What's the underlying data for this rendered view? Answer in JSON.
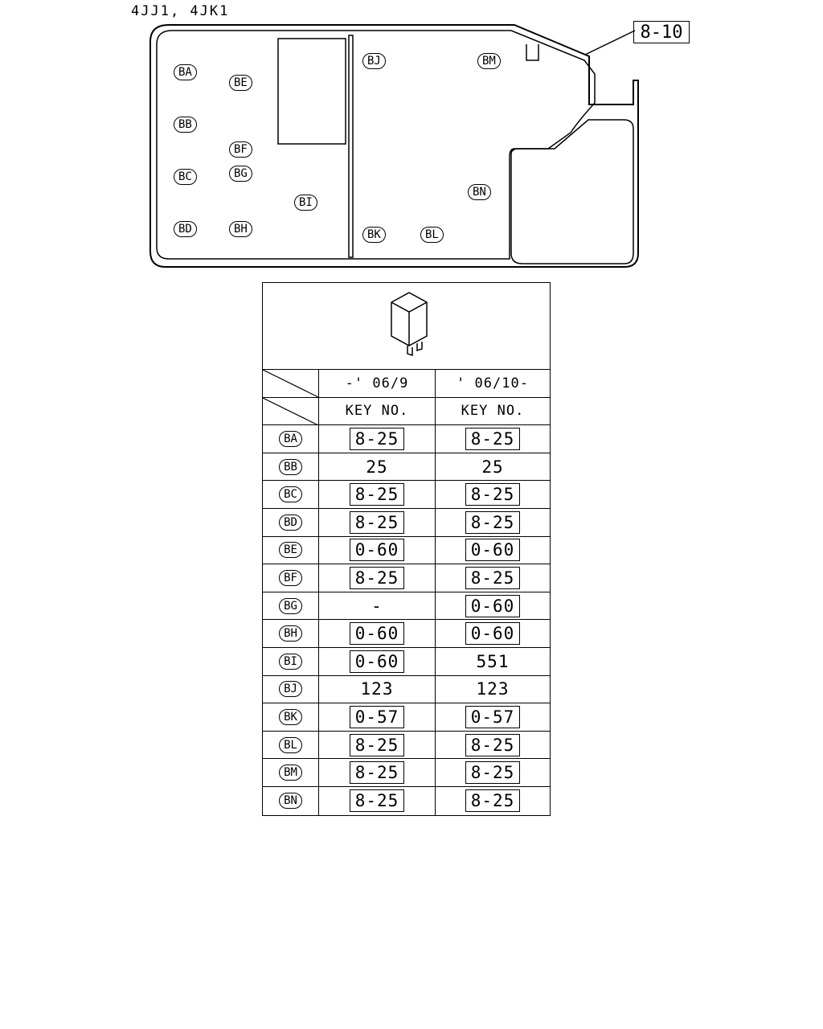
{
  "header": {
    "model": "4JJ1, 4JK1",
    "ref_key": "8-10"
  },
  "layout_labels": [
    "BA",
    "BB",
    "BC",
    "BD",
    "BE",
    "BF",
    "BG",
    "BH",
    "BI",
    "BJ",
    "BK",
    "BL",
    "BM",
    "BN"
  ],
  "table": {
    "col_headers": [
      "-' 06/9",
      "' 06/10-"
    ],
    "sub_headers": [
      "KEY NO.",
      "KEY NO."
    ],
    "rows": [
      {
        "label": "BA",
        "v1": "8-25",
        "b1": true,
        "v2": "8-25",
        "b2": true
      },
      {
        "label": "BB",
        "v1": "25",
        "b1": false,
        "v2": "25",
        "b2": false
      },
      {
        "label": "BC",
        "v1": "8-25",
        "b1": true,
        "v2": "8-25",
        "b2": true
      },
      {
        "label": "BD",
        "v1": "8-25",
        "b1": true,
        "v2": "8-25",
        "b2": true
      },
      {
        "label": "BE",
        "v1": "0-60",
        "b1": true,
        "v2": "0-60",
        "b2": true
      },
      {
        "label": "BF",
        "v1": "8-25",
        "b1": true,
        "v2": "8-25",
        "b2": true
      },
      {
        "label": "BG",
        "v1": "-",
        "b1": false,
        "v2": "0-60",
        "b2": true
      },
      {
        "label": "BH",
        "v1": "0-60",
        "b1": true,
        "v2": "0-60",
        "b2": true
      },
      {
        "label": "BI",
        "v1": "0-60",
        "b1": true,
        "v2": "551",
        "b2": false
      },
      {
        "label": "BJ",
        "v1": "123",
        "b1": false,
        "v2": "123",
        "b2": false
      },
      {
        "label": "BK",
        "v1": "0-57",
        "b1": true,
        "v2": "0-57",
        "b2": true
      },
      {
        "label": "BL",
        "v1": "8-25",
        "b1": true,
        "v2": "8-25",
        "b2": true
      },
      {
        "label": "BM",
        "v1": "8-25",
        "b1": true,
        "v2": "8-25",
        "b2": true
      },
      {
        "label": "BN",
        "v1": "8-25",
        "b1": true,
        "v2": "8-25",
        "b2": true
      }
    ]
  }
}
